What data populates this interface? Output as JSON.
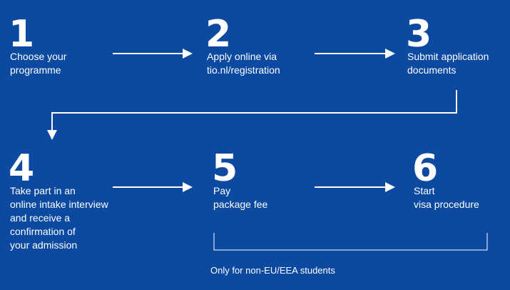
{
  "steps": [
    {
      "number": "1",
      "text": "Choose your\nprogramme"
    },
    {
      "number": "2",
      "text": "Apply online via\ntio.nl/registration"
    },
    {
      "number": "3",
      "text": "Submit application\ndocuments"
    },
    {
      "number": "4",
      "text": "Take part in an\nonline intake interview\nand receive a\nconfirmation of\nyour admission"
    },
    {
      "number": "5",
      "text": "Pay\npackage fee"
    },
    {
      "number": "6",
      "text": "Start\nvisa procedure"
    }
  ],
  "note": "Only for non-EU/EEA students",
  "colors": {
    "background": "#0b4aa0",
    "foreground": "#ffffff"
  }
}
